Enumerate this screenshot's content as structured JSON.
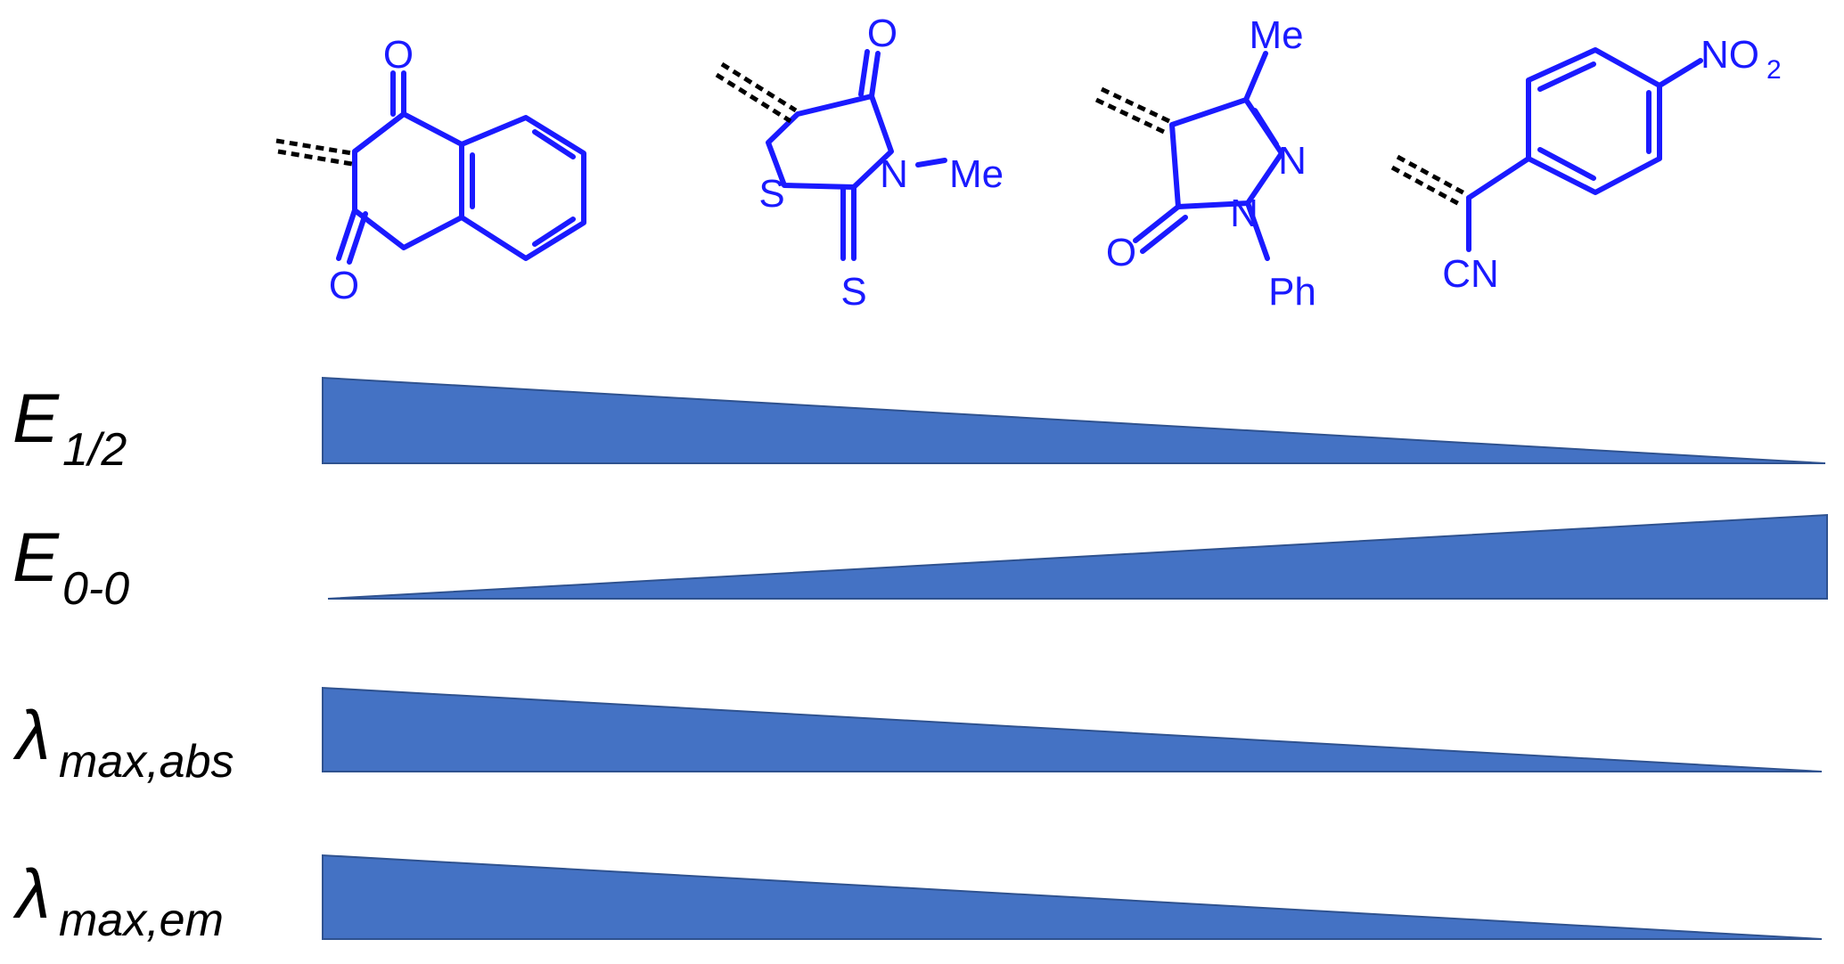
{
  "colors": {
    "structure": "#1a1aff",
    "wedge": "#4472c4",
    "wedge_edge": "#2f528f",
    "text": "#000000"
  },
  "structures": [
    {
      "labels": [
        "O",
        "O"
      ]
    },
    {
      "labels": [
        "O",
        "N",
        "Me",
        "S",
        "S"
      ]
    },
    {
      "labels": [
        "Me",
        "N",
        "N",
        "O",
        "Ph"
      ]
    },
    {
      "labels": [
        "NO",
        "2",
        "CN"
      ]
    }
  ],
  "rows": [
    {
      "symbol": "E",
      "subscript": "1/2",
      "trend": "decreasing"
    },
    {
      "symbol": "E",
      "subscript": "0-0",
      "trend": "increasing"
    },
    {
      "symbol": "λ",
      "subscript": "max,abs",
      "trend": "decreasing"
    },
    {
      "symbol": "λ",
      "subscript": "max,em",
      "trend": "decreasing"
    }
  ]
}
